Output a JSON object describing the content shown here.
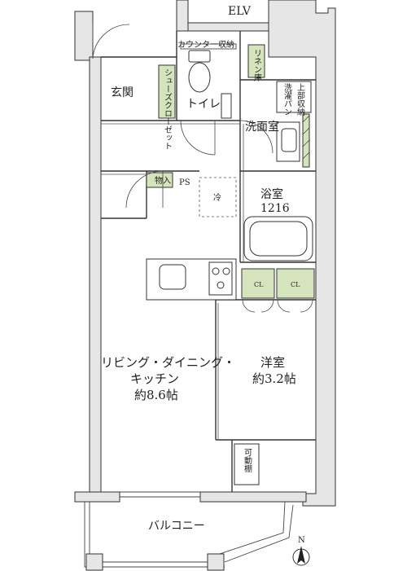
{
  "plan": {
    "elv": "ELV",
    "genkan": "玄関",
    "shoes_closet": "シューズクローゼット",
    "toilet": "トイレ",
    "counter_storage": "カウンター収納",
    "linen_storage": "リネン庫",
    "upper_storage": "上部収納",
    "washer_pan": "洗濯パン",
    "washroom": "洗面室",
    "storage": "物入",
    "ps": "PS",
    "fridge": "冷",
    "bathroom": "浴室",
    "bathroom_size": "1216",
    "ldk_line1": "リビング・ダイニング・",
    "ldk_line2": "キッチン",
    "ldk_size": "約8.6帖",
    "western_room": "洋室",
    "western_size": "約3.2帖",
    "movable_shelf": "可動棚",
    "balcony": "バルコニー",
    "north": "N",
    "closet_mark_1": "CL",
    "closet_mark_2": "CL"
  },
  "colors": {
    "wall": "#e6e6e6",
    "wall_line": "#333333",
    "storage_green": "#d6e4bd",
    "line": "#444444"
  }
}
